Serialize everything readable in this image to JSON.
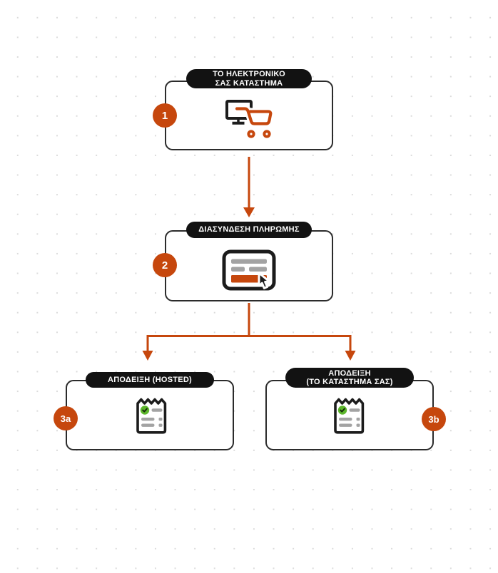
{
  "diagram": {
    "colors": {
      "accent": "#C6470D",
      "pill_background": "#121212",
      "pill_text": "#FFFFFF",
      "box_border": "#2B2B2B",
      "box_background": "#FFFFFF",
      "page_background": "#FFFFFF",
      "grid_dot": "#DBDBDB",
      "icon_outline": "#1C1C1C",
      "icon_gray": "#A3A3A3",
      "check_green": "#5CB62B"
    },
    "nodes": [
      {
        "id": "online-store",
        "step": "1",
        "label_line1": "ΤΟ ΗΛΕΚΤΡΟΝΙΚΟ",
        "label_line2": "ΣΑΣ ΚΑΤΑΣΤΗΜΑ",
        "icon": "monitor-shopping-cart-icon"
      },
      {
        "id": "payment-gateway",
        "step": "2",
        "label_line1": "ΔΙΑΣΥΝΔΕΣΗ ΠΛΗΡΩΜΗΣ",
        "icon": "payment-form-cursor-icon"
      },
      {
        "id": "receipt-hosted",
        "step": "3a",
        "label_line1": "ΑΠΟΔΕΙΞΗ (HOSTED)",
        "icon": "receipt-check-icon"
      },
      {
        "id": "receipt-your-store",
        "step": "3b",
        "label_line1": "ΑΠΟΔΕΙΞΗ",
        "label_line2": "(ΤΟ ΚΑΤΑΣΤΗΜΑ ΣΑΣ)",
        "icon": "receipt-check-icon"
      }
    ]
  }
}
